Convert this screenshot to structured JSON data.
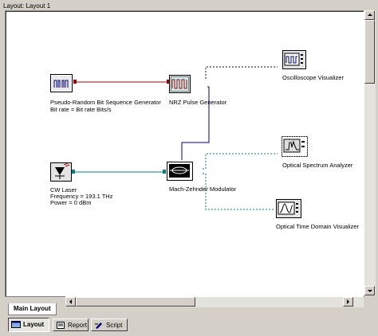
{
  "window": {
    "title": "Layout: Layout 1"
  },
  "components": {
    "prbs": {
      "name": "Pseudo-Random Bit Sequence Generator",
      "param1": "Bit rate = Bit rate  Bits/s"
    },
    "nrz": {
      "name": "NRZ Pulse Generator"
    },
    "oscilloscope": {
      "name": "Oscilloscope Visualizer"
    },
    "cw": {
      "name": "CW Laser",
      "param1": "Frequency = 193.1  THz",
      "param2": "Power = 0  dBm"
    },
    "mzm": {
      "name": "Mach-Zehnder Modulator"
    },
    "osa": {
      "name": "Optical Spectrum Analyzer"
    },
    "otdv": {
      "name": "Optical Time Domain Visualizer"
    }
  },
  "tabs": {
    "main_layout": "Main Layout"
  },
  "bottom_tabs": [
    {
      "label": "Layout",
      "icon": "layout-icon",
      "active": true
    },
    {
      "label": "Report",
      "icon": "report-icon",
      "active": false
    },
    {
      "label": "Script",
      "icon": "script-icon",
      "active": false
    }
  ],
  "colors": {
    "electrical_link": "#a00000",
    "optical_link": "#008080",
    "output_link": "#000080"
  }
}
